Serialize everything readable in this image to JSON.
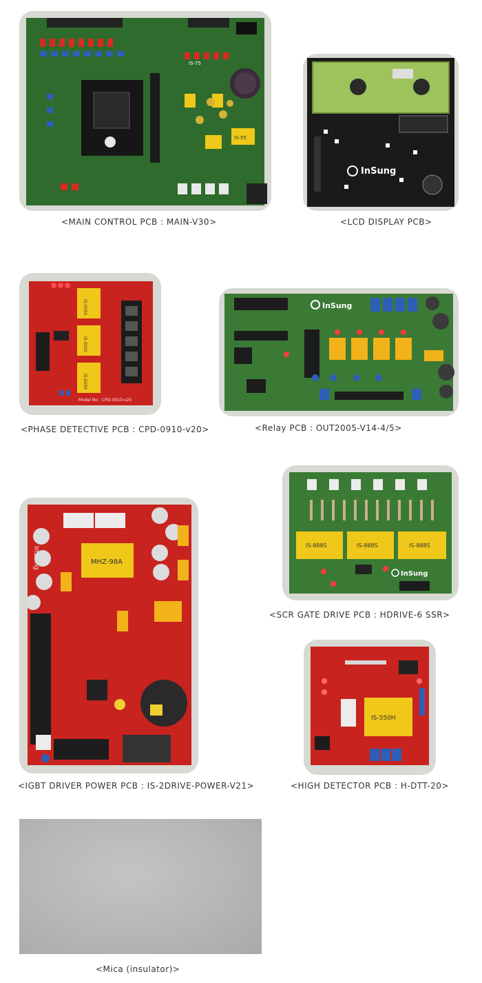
{
  "board_colors": {
    "green": "#2f6b2c",
    "green_dark": "#1f4d1f",
    "red": "#c8231f",
    "red_dark": "#961814",
    "lcd_black": "#1a1a1a",
    "lcd_screen": "#9fc35c",
    "transformer_yellow": "#f0c81a",
    "mica_gray": "#b7b7b7"
  },
  "boards": [
    {
      "id": "main-control",
      "caption": "<MAIN CONTROL PCB : MAIN-V30>",
      "labels": [
        "IS-75",
        "IS-55"
      ]
    },
    {
      "id": "lcd-display",
      "caption": "<LCD DISPLAY PCB>",
      "brand": "InSung"
    },
    {
      "id": "phase-detective",
      "caption": "<PHASE DETECTIVE PCB : CPD-0910-v20>",
      "transformer_labels": [
        "IS-5050",
        "IS-5050",
        "IS-5050"
      ],
      "model_text": "Model No : CPD-0910-v20"
    },
    {
      "id": "relay",
      "caption": "<Relay PCB : OUT2005-V14-4/5>",
      "brand": "InSung"
    },
    {
      "id": "igbt-driver-power",
      "caption": "<IGBT DRIVER POWER PCB : IS-2DRIVE-POWER-V21>",
      "transformer_label": "MHZ-98A",
      "brand": "InSung"
    },
    {
      "id": "scr-gate-drive",
      "caption": "<SCR GATE DRIVE PCB : HDRIVE-6 SSR>",
      "transformer_labels": [
        "IS-888S",
        "IS-888S",
        "IS-888S"
      ],
      "brand": "InSung"
    },
    {
      "id": "high-detector",
      "caption": "<HIGH DETECTOR PCB : H-DTT-20>",
      "transformer_label": "IS-550H"
    },
    {
      "id": "mica",
      "caption": "<Mica (insulator)>"
    }
  ]
}
